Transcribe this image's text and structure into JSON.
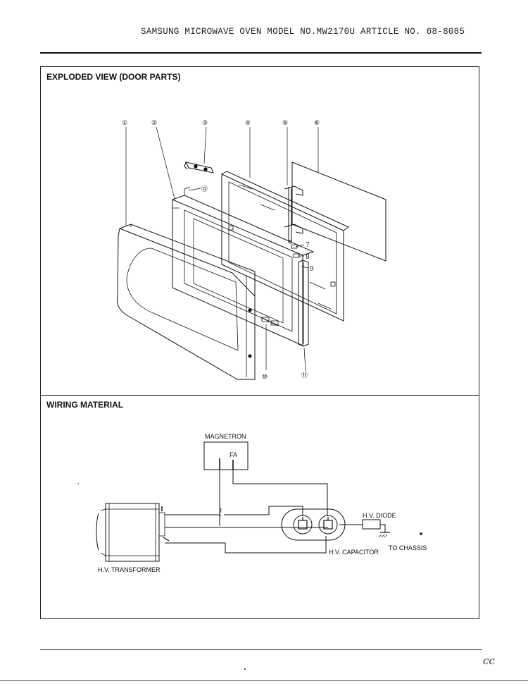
{
  "header": {
    "title": "SAMSUNG MICROWAVE OVEN MODEL NO.MW2170U ARTICLE NO. 68-8085"
  },
  "sections": {
    "exploded_title": "EXPLODED VIEW (DOOR PARTS)",
    "wiring_title": "WIRING MATERIAL"
  },
  "exploded": {
    "callouts": [
      "①",
      "②",
      "③",
      "④",
      "⑤",
      "⑥",
      "7",
      "8",
      "9",
      "⑩",
      "⑪",
      "⑫"
    ]
  },
  "wiring": {
    "magnetron": "MAGNETRON",
    "fa": "FA",
    "hv_diode": "H.V. DIODE",
    "hv_capacitor": "H.V. CAPACITOR",
    "to_chassis": "TO CHASSIS",
    "hv_transformer": "H.V. TRANSFORMER"
  },
  "footer": {
    "mark": "cc"
  }
}
